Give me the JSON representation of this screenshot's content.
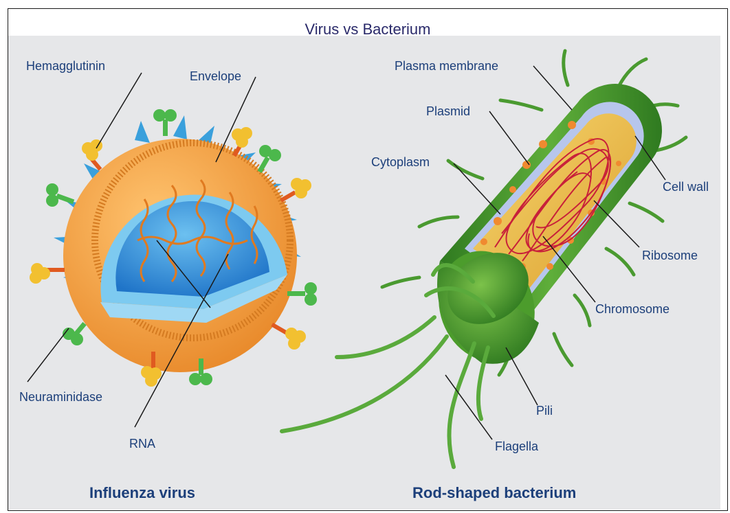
{
  "title": "Virus vs Bacterium",
  "virus": {
    "caption": "Influenza virus",
    "labels": {
      "hemagglutinin": "Hemagglutinin",
      "envelope": "Envelope",
      "neuraminidase": "Neuraminidase",
      "rna": "RNA"
    }
  },
  "bacterium": {
    "caption": "Rod-shaped bacterium",
    "labels": {
      "plasma_membrane": "Plasma membrane",
      "plasmid": "Plasmid",
      "cytoplasm": "Cytoplasm",
      "cell_wall": "Cell wall",
      "ribosome": "Ribosome",
      "chromosome": "Chromosome",
      "pili": "Pili",
      "flagella": "Flagella"
    }
  },
  "colors": {
    "label_text": "#1c3f7a",
    "virus_envelope": "#f0a040",
    "virus_core": "#3f9fe0",
    "hemagglutinin": "#f2c030",
    "neuraminidase": "#4cb84c",
    "spike": "#3aa0dc",
    "cell_wall": "#3c8c28",
    "cytoplasm": "#f0c850",
    "chromosome": "#c8203a",
    "ribosome": "#f08a30",
    "plasma_membrane": "#7a98e0"
  }
}
